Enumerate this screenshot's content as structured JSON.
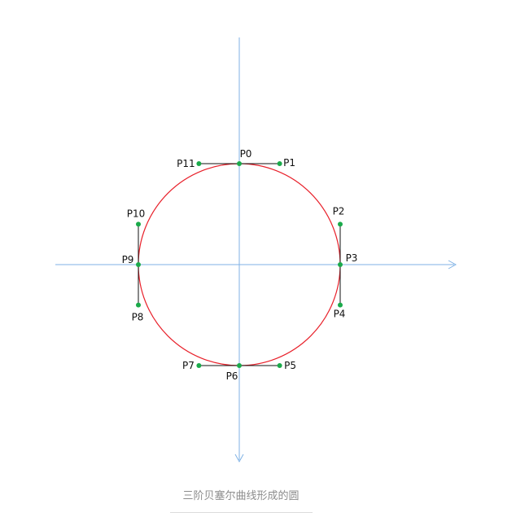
{
  "caption": "三阶贝塞尔曲线形成的圆",
  "colors": {
    "axis": "#7fb2e5",
    "circle": "#e8202a",
    "handle": "#111111",
    "point": "#1aaa4a",
    "caption": "#8c8c8c"
  },
  "points": [
    {
      "label": "P0",
      "x": 0,
      "y": 1
    },
    {
      "label": "P1",
      "x": 0.4,
      "y": 1
    },
    {
      "label": "P2",
      "x": 1,
      "y": 0.4
    },
    {
      "label": "P3",
      "x": 1,
      "y": 0
    },
    {
      "label": "P4",
      "x": 1,
      "y": -0.4
    },
    {
      "label": "P5",
      "x": 0.4,
      "y": -1
    },
    {
      "label": "P6",
      "x": 0,
      "y": -1
    },
    {
      "label": "P7",
      "x": -0.4,
      "y": -1
    },
    {
      "label": "P8",
      "x": -1,
      "y": -0.4
    },
    {
      "label": "P9",
      "x": -1,
      "y": 0
    },
    {
      "label": "P10",
      "x": -1,
      "y": 0.4
    },
    {
      "label": "P11",
      "x": -0.4,
      "y": 1
    }
  ],
  "handles": [
    [
      "P11",
      "P1"
    ],
    [
      "P2",
      "P4"
    ],
    [
      "P5",
      "P7"
    ],
    [
      "P8",
      "P10"
    ]
  ]
}
